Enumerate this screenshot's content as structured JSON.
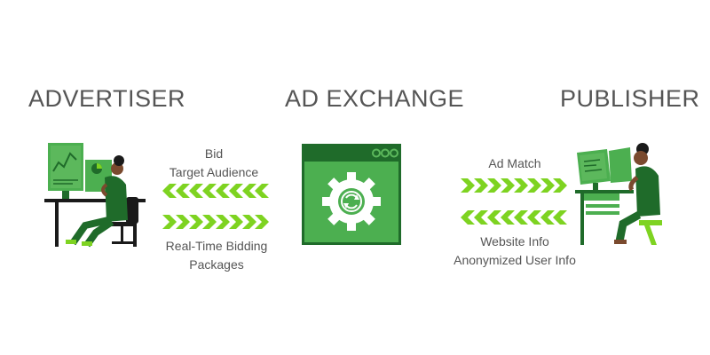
{
  "headings": {
    "advertiser": "ADVERTISER",
    "exchange": "AD EXCHANGE",
    "publisher": "PUBLISHER"
  },
  "flows": {
    "advertiser_to_exchange": {
      "line1": "Bid",
      "line2": "Target Audience"
    },
    "exchange_to_advertiser": {
      "line1": "Real-Time Bidding",
      "line2": "Packages"
    },
    "exchange_to_publisher": {
      "line1": "Ad Match"
    },
    "publisher_to_exchange": {
      "line1": "Website Info",
      "line2": "Anonymized User Info"
    }
  },
  "colors": {
    "dark_green": "#1f6b2a",
    "mid_green": "#4caf50",
    "light_green": "#7ed321",
    "text_gray": "#555555",
    "skin": "#7a4a2e",
    "hair": "#1a1a1a"
  },
  "icons": {
    "advertiser": "woman-at-desk-illustration",
    "exchange": "browser-gear-icon",
    "publisher": "woman-at-computer-illustration"
  }
}
